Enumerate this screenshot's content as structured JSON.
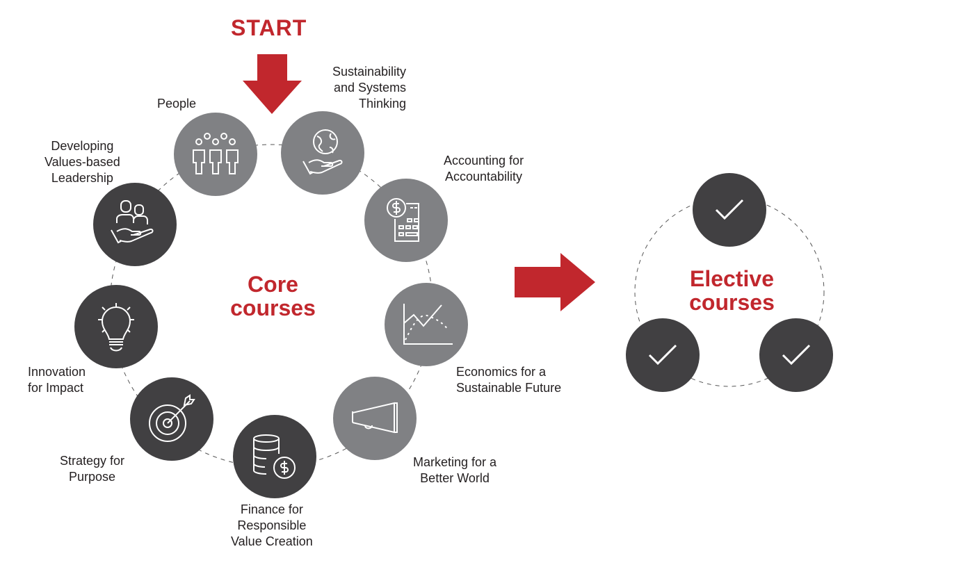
{
  "start_label": "START",
  "core": {
    "title": "Core\ncourses",
    "courses": [
      {
        "label": "People",
        "icon": "people-group-icon",
        "shade": "grey"
      },
      {
        "label": "Sustainability\nand Systems\nThinking",
        "icon": "globe-in-hand-icon",
        "shade": "grey"
      },
      {
        "label": "Accounting for\nAccountability",
        "icon": "calculator-dollar-icon",
        "shade": "grey"
      },
      {
        "label": "Economics for a\nSustainable Future",
        "icon": "line-chart-icon",
        "shade": "grey"
      },
      {
        "label": "Marketing for a\nBetter World",
        "icon": "megaphone-icon",
        "shade": "grey"
      },
      {
        "label": "Finance for\nResponsible\nValue Creation",
        "icon": "coins-dollar-icon",
        "shade": "dark"
      },
      {
        "label": "Strategy for\nPurpose",
        "icon": "target-arrow-icon",
        "shade": "dark"
      },
      {
        "label": "Innovation\nfor Impact",
        "icon": "lightbulb-icon",
        "shade": "dark"
      },
      {
        "label": "Developing\nValues-based\nLeadership",
        "icon": "people-in-hand-icon",
        "shade": "dark"
      }
    ]
  },
  "elective": {
    "title": "Elective\ncourses",
    "items": [
      {
        "icon": "checkmark-icon"
      },
      {
        "icon": "checkmark-icon"
      },
      {
        "icon": "checkmark-icon"
      }
    ]
  },
  "colors": {
    "accent": "#c1272d",
    "grey": "#808184",
    "dark": "#414042"
  }
}
